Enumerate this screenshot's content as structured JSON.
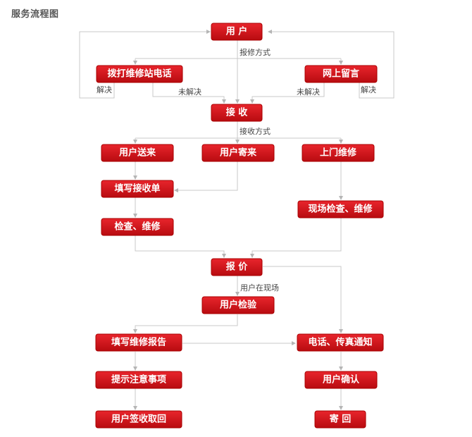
{
  "title": "服务流程图",
  "nodes": {
    "user": "用  户",
    "phone": "拨打维修站电话",
    "online": "网上留言",
    "receive": "接  收",
    "deliver": "用户送来",
    "mail": "用户寄来",
    "visit": "上门维修",
    "fill_receipt": "填写接收单",
    "onsite": "现场检查、维修",
    "inspect": "检查、维修",
    "quote": "报  价",
    "user_check": "用户检验",
    "fill_report": "填写维修报告",
    "notify": "电话、传真通知",
    "notes": "提示注意事项",
    "confirm": "用户确认",
    "sign": "用户签收取回",
    "return": "寄  回"
  },
  "labels": {
    "repair_mode": "报修方式",
    "receive_mode": "接收方式",
    "on_site": "用户在现场",
    "solved_left": "解决",
    "unsolved_left": "未解决",
    "unsolved_right": "未解决",
    "solved_right": "解决"
  }
}
